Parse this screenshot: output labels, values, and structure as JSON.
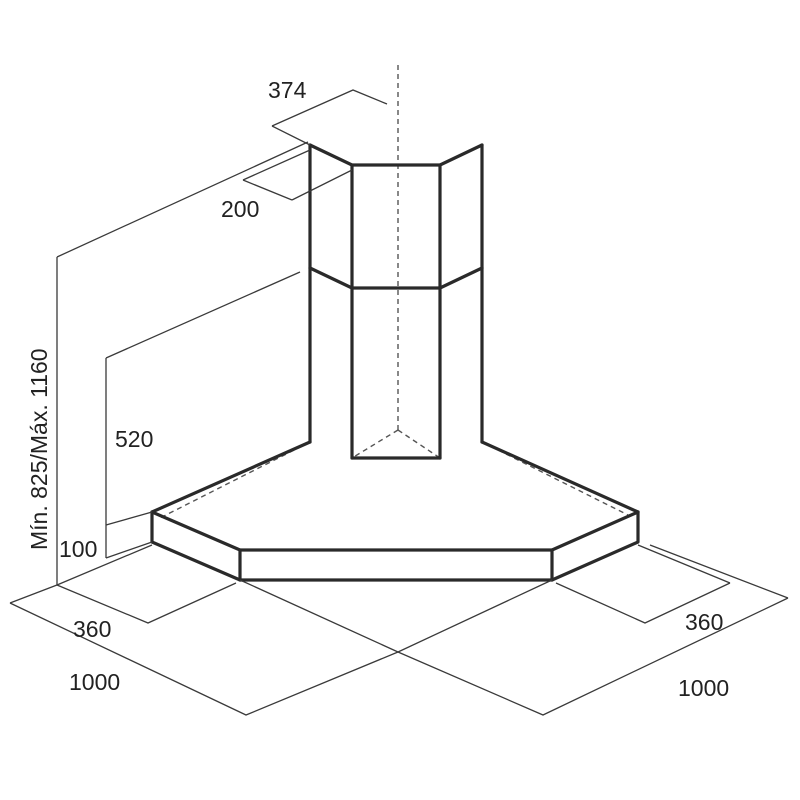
{
  "drawing": {
    "subject": "corner chimney hood",
    "dimensions": {
      "chimney_top_width": "374",
      "chimney_depth": "200",
      "height_range": "Mín. 825/Máx. 1160",
      "chimney_height": "520",
      "canopy_height": "100",
      "left_depth": "360",
      "right_depth": "360",
      "left_width": "1000",
      "right_width": "1000"
    }
  }
}
